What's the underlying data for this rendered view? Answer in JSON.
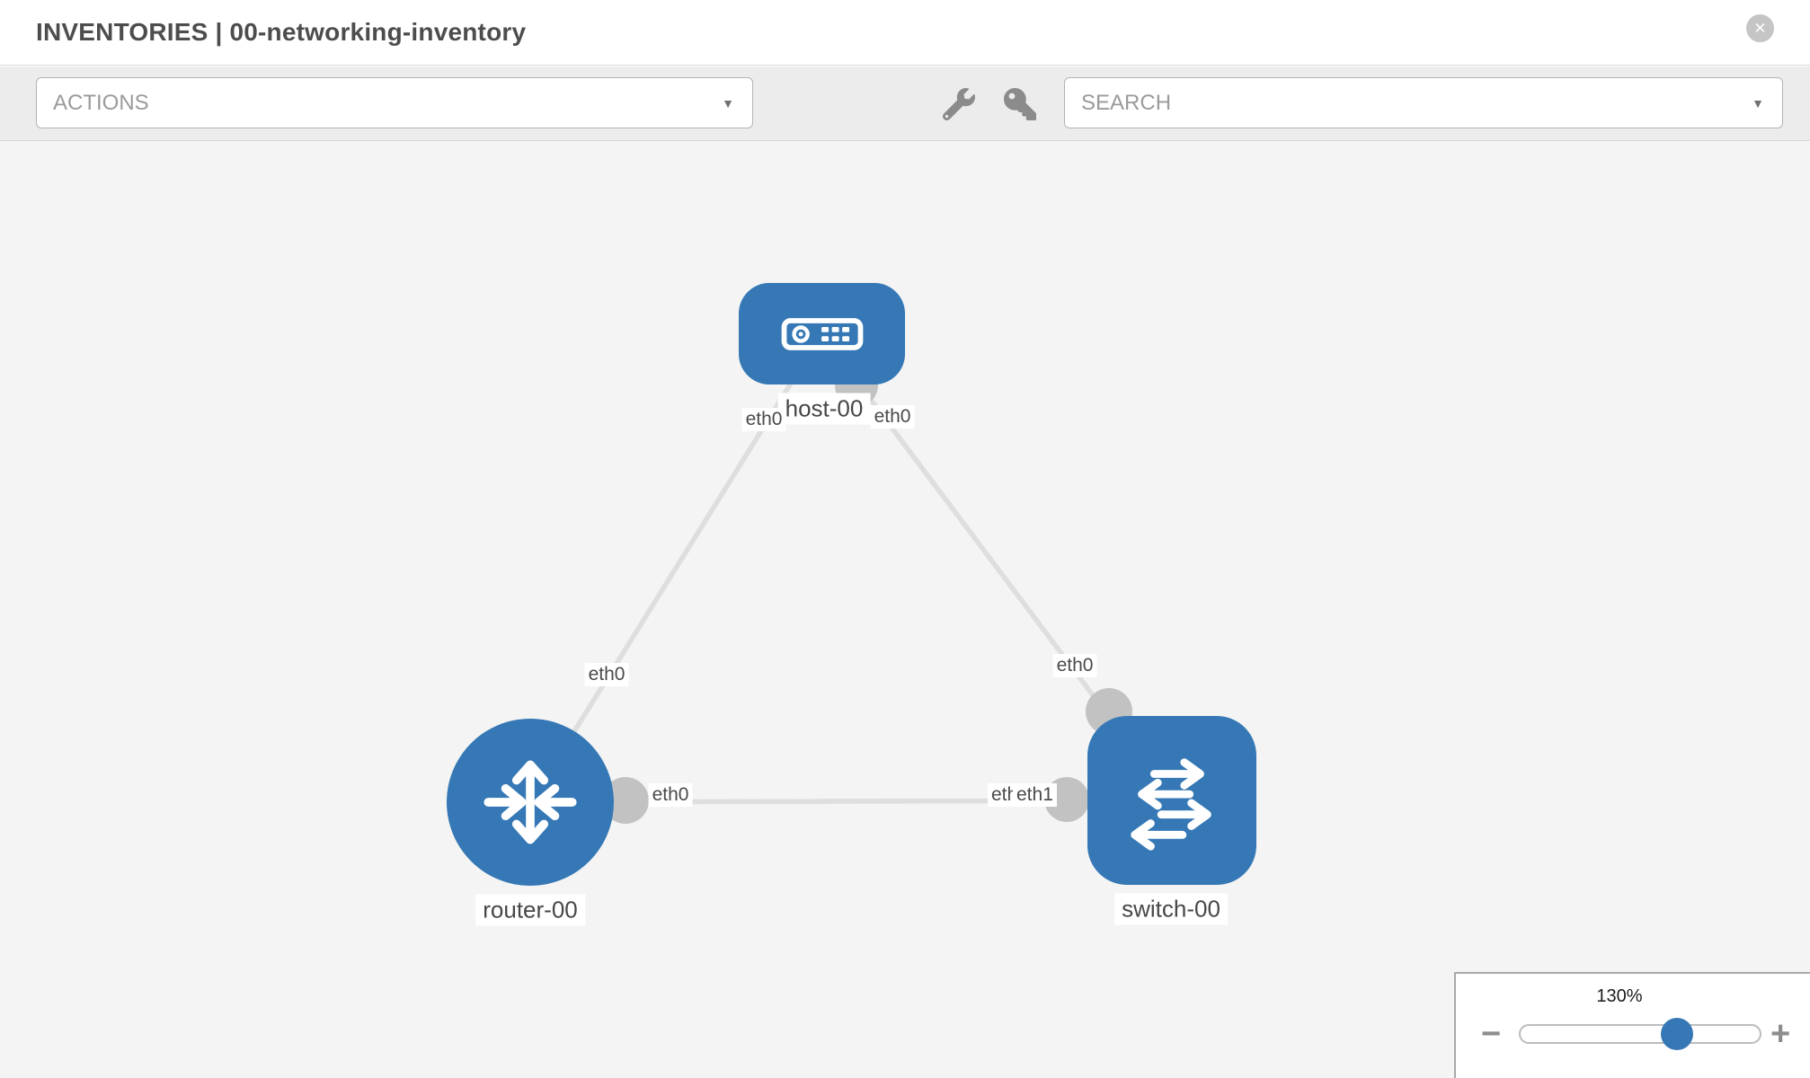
{
  "header": {
    "title": "INVENTORIES | 00-networking-inventory"
  },
  "icons": {
    "close": "✕",
    "caret": "▼",
    "minus": "−",
    "plus": "+"
  },
  "toolbar": {
    "actions_placeholder": "ACTIONS",
    "search_placeholder": "SEARCH"
  },
  "topology": {
    "nodes": [
      {
        "label": "host-00",
        "type": "host"
      },
      {
        "label": "router-00",
        "type": "router"
      },
      {
        "label": "switch-00",
        "type": "switch"
      }
    ],
    "links": [
      {
        "from": "router-00",
        "from_interface": "eth0",
        "to": "host-00",
        "to_interface": "eth0"
      },
      {
        "from": "switch-00",
        "from_interface": "eth0",
        "to": "host-00",
        "to_interface": "eth0"
      },
      {
        "from": "router-00",
        "from_interface": "eth0",
        "to": "switch-00",
        "to_interface": "eth1"
      }
    ]
  },
  "interfaces": {
    "host_left": "eth0",
    "host_right": "eth0",
    "router_host_link": "eth0",
    "switch_top": "eth0",
    "router_right": "eth0",
    "switch_left_back": "eth0",
    "switch_left_front": "eth1"
  },
  "zoom_panel": {
    "level": "130%"
  },
  "colors": {
    "node_blue": "#3578b5",
    "link_gray": "#dedede",
    "dot_gray": "#c2c2c2",
    "canvas_bg": "#f4f4f4",
    "toolbar_bg": "#ececec"
  }
}
